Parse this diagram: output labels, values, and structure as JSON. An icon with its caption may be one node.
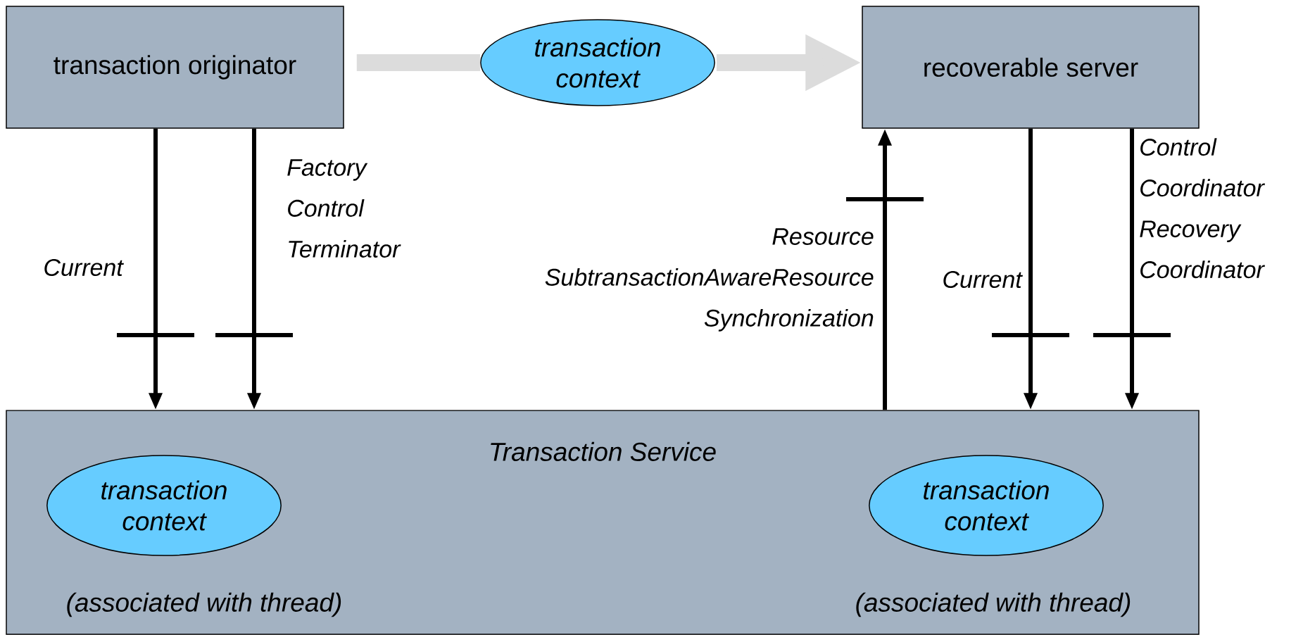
{
  "diagram": {
    "nodes": [
      {
        "text": [
          "transaction originator"
        ]
      },
      {
        "text": [
          "transaction context"
        ]
      },
      {
        "text": [
          "recoverable server"
        ]
      },
      {
        "text": [
          "Transaction Service"
        ]
      },
      {
        "text": [
          "transaction context"
        ],
        "in": 3,
        "beside": [
          "(associated with thread)"
        ]
      },
      {
        "text": [
          "transaction context"
        ],
        "in": 3,
        "beside": [
          "(associated with thread)"
        ]
      }
    ],
    "edges": [
      {
        "from": 0,
        "to": 1,
        "arrow": "none",
        "style": "thick",
        "color": "#dcdcdc"
      },
      {
        "from": 1,
        "to": 2,
        "arrow": "to",
        "style": "thick",
        "color": "#dcdcdc"
      },
      {
        "from": 0,
        "to": 3,
        "arrow": "to",
        "label": "Current"
      },
      {
        "from": 0,
        "to": 3,
        "arrow": "to",
        "label": "Factory Control Terminator"
      },
      {
        "from": 3,
        "to": 2,
        "arrow": "to",
        "label": "Resource SubtransactionAwareResource Synchronization"
      },
      {
        "from": 2,
        "to": 3,
        "arrow": "to",
        "label": "Current"
      },
      {
        "from": 2,
        "to": 3,
        "arrow": "to",
        "label": "Control Coordinator Recovery Coordinator"
      }
    ]
  }
}
